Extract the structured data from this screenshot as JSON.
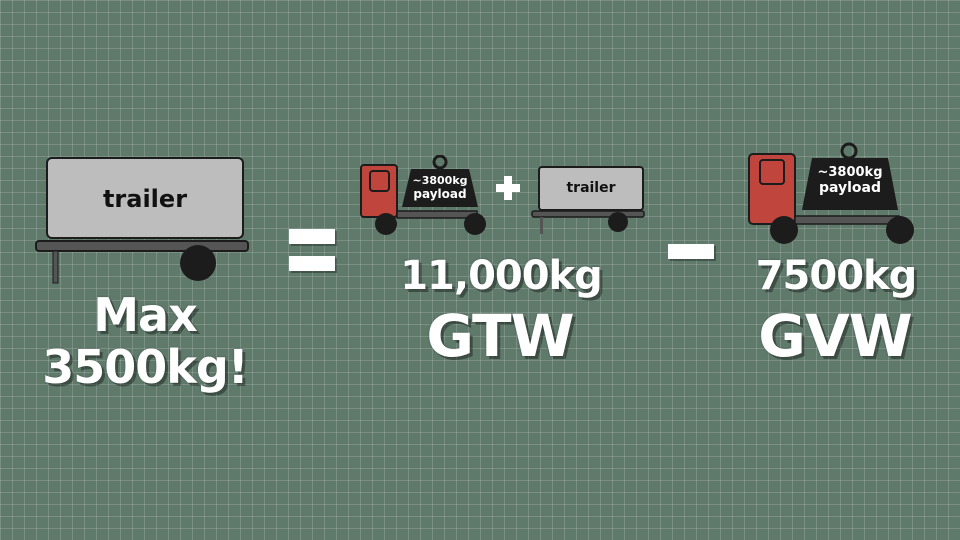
{
  "left": {
    "trailer_label": "trailer",
    "max_line1": "Max",
    "max_line2": "3500kg!"
  },
  "operators": {
    "equals": "=",
    "plus": "+",
    "minus": "−"
  },
  "gtw": {
    "payload_weight": "~3800kg",
    "payload_word": "payload",
    "trailer_label": "trailer",
    "value": "11,000kg",
    "acronym": "GTW"
  },
  "gvw": {
    "payload_weight": "~3800kg",
    "payload_word": "payload",
    "value": "7500kg",
    "acronym": "GVW"
  },
  "colors": {
    "background": "#5f7a6b",
    "trailer_box": "#bdbdbd",
    "cab_red": "#c0453c",
    "dark": "#1c1c1c",
    "text": "#ffffff"
  }
}
